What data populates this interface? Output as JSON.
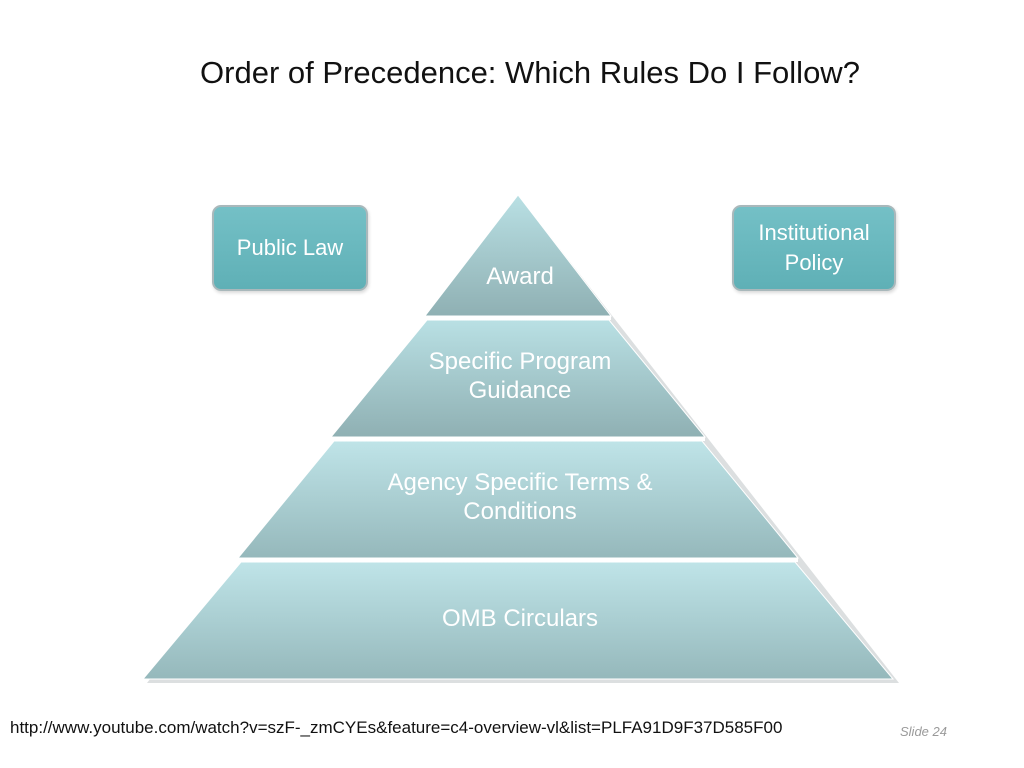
{
  "slide": {
    "title": "Order of Precedence:  Which Rules Do I Follow?",
    "side_boxes": {
      "public_law": "Public Law",
      "institutional_policy_line1": "Institutional",
      "institutional_policy_line2": "Policy"
    },
    "pyramid": {
      "tiers": [
        {
          "label_line1": "Award",
          "label_line2": ""
        },
        {
          "label_line1": "Specific Program",
          "label_line2": "Guidance"
        },
        {
          "label_line1": "Agency Specific Terms &",
          "label_line2": "Conditions"
        },
        {
          "label_line1": "OMB Circulars",
          "label_line2": ""
        }
      ]
    },
    "url": "http://www.youtube.com/watch?v=szF-_zmCYEs&feature=c4-overview-vl&list=PLFA91D9F37D585F00",
    "slide_number": "Slide 24"
  },
  "colors": {
    "tier_top": "#b9e0e4",
    "tier_bottom": "#8fb0b3",
    "box_fill": "#6cbac0",
    "box_border": "#a9b8bb"
  }
}
